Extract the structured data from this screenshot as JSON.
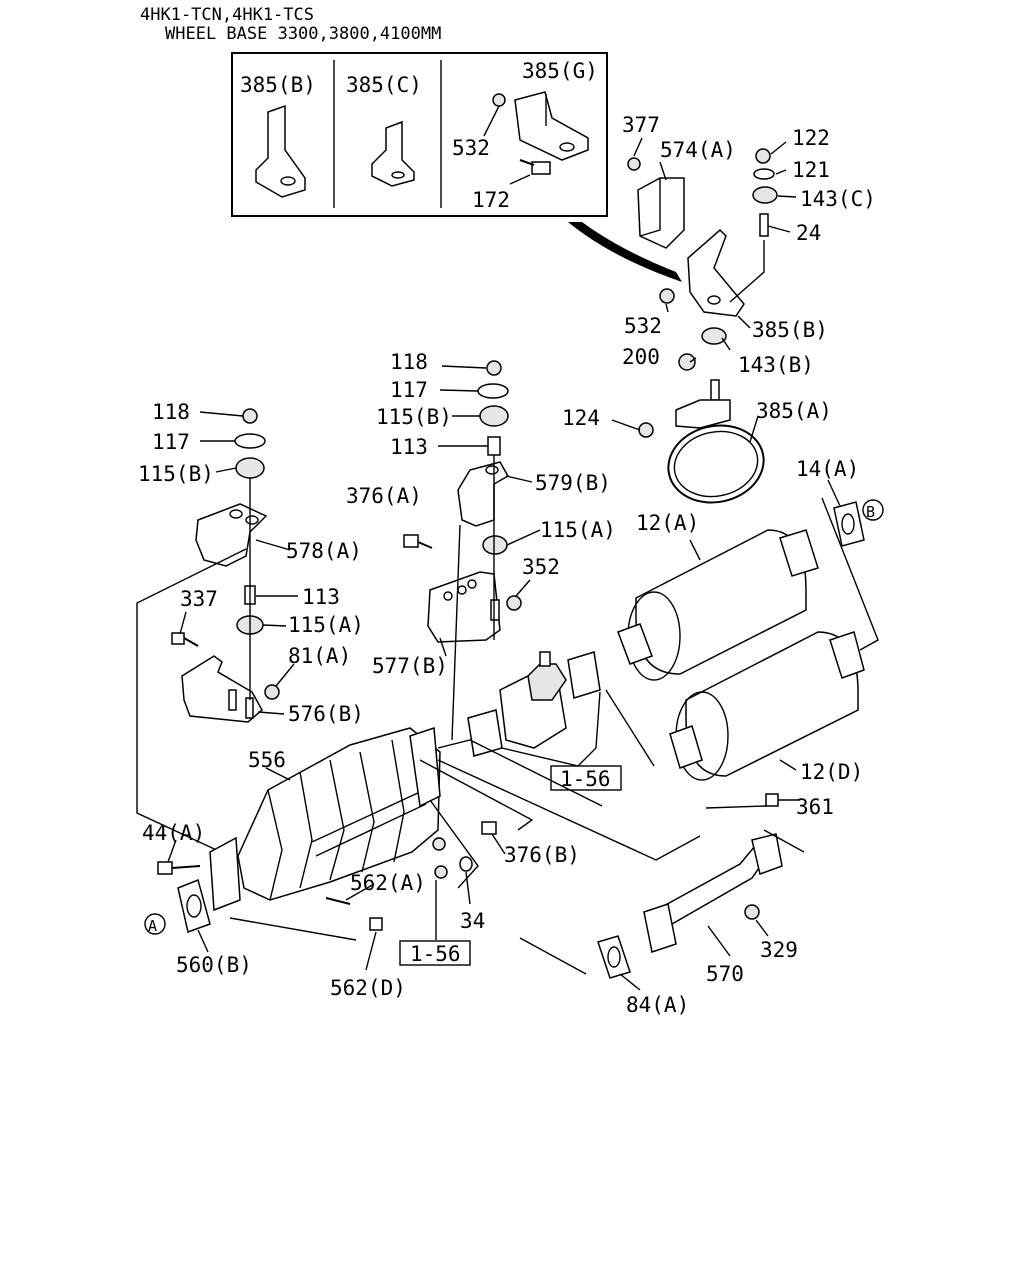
{
  "header": {
    "line1": "4HK1-TCN,4HK1-TCS",
    "line2": "WHEEL BASE 3300,3800,4100MM"
  },
  "inset": {
    "labels": [
      "385(B)",
      "385(C)",
      "385(G)",
      "532",
      "172"
    ]
  },
  "callouts": [
    "377",
    "574(A)",
    "122",
    "121",
    "143(C)",
    "24",
    "532",
    "385(B)",
    "200",
    "143(B)",
    "124",
    "385(A)",
    "118",
    "117",
    "115(B)",
    "113",
    "579(B)",
    "118",
    "117",
    "115(B)",
    "376(A)",
    "115(A)",
    "578(A)",
    "352",
    "113",
    "337",
    "115(A)",
    "81(A)",
    "577(B)",
    "576(B)",
    "12(A)",
    "14(A)",
    "12(D)",
    "361",
    "556",
    "1-56",
    "376(B)",
    "44(A)",
    "562(A)",
    "34",
    "560(B)",
    "1-56",
    "562(D)",
    "329",
    "570",
    "84(A)"
  ],
  "circle_markers": [
    "A",
    "B"
  ]
}
